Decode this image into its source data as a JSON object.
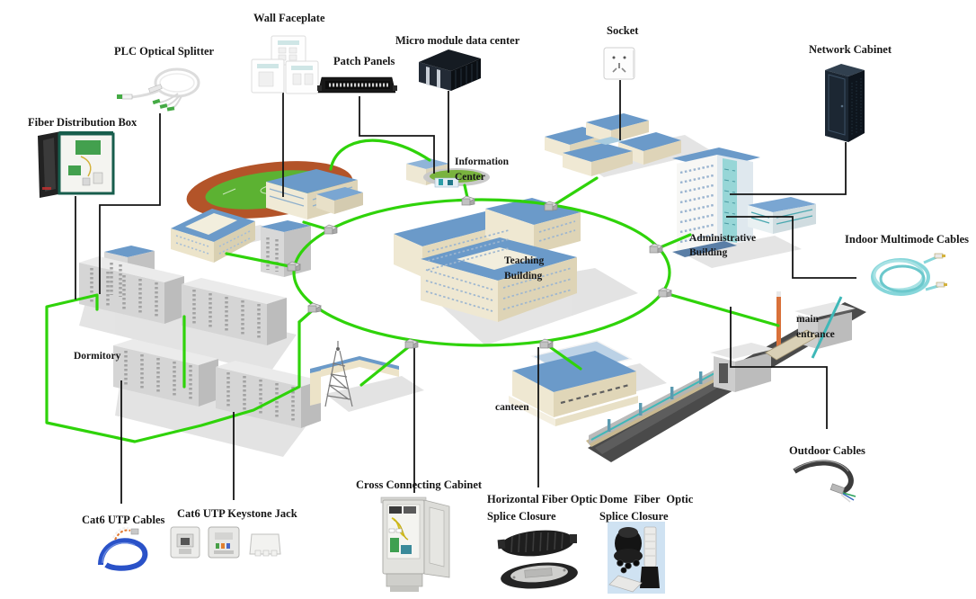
{
  "diagram": {
    "type": "campus-network-topology",
    "backbone": "fiber optic ring",
    "ring_node_count": 9
  },
  "labels": {
    "fiber_distribution_box": "Fiber Distribution Box",
    "plc_optical_splitter": "PLC Optical Splitter",
    "wall_faceplate": "Wall Faceplate",
    "patch_panels": "Patch Panels",
    "micro_module_data_center": "Micro module data center",
    "socket": "Socket",
    "network_cabinet": "Network Cabinet",
    "information_center": {
      "line1": "Information",
      "line2": "Center"
    },
    "teaching_building": {
      "line1": "Teaching",
      "line2": "Building"
    },
    "administrative_building": {
      "line1": "Administrative",
      "line2": "Building"
    },
    "indoor_multimode_cables": "Indoor Multimode Cables",
    "main_entrance": {
      "line1": "main",
      "line2": "entrance"
    },
    "dormitory": "Dormitory",
    "canteen": "canteen",
    "outdoor_cables": "Outdoor Cables",
    "cross_connecting_cabinet": "Cross Connecting Cabinet",
    "horizontal_fiber_optic_splice_closure": {
      "line1": "Horizontal Fiber Optic",
      "line2": "Splice Closure"
    },
    "dome_fiber_optic_splice_closure": {
      "line1": "Dome Fiber Optic",
      "line2": "Splice Closure"
    },
    "cat6_utp_cables": "Cat6 UTP Cables",
    "cat6_utp_keystone_jack": "Cat6 UTP Keystone Jack"
  },
  "connections": [
    {
      "from": "Patch Panels",
      "to": "Information Center"
    },
    {
      "from": "Micro module data center",
      "to": "Information Center"
    },
    {
      "from": "Network Cabinet",
      "to": "Administrative Building"
    },
    {
      "from": "Indoor Multimode Cables",
      "to": "Administrative Building"
    },
    {
      "from": "PLC Optical Splitter",
      "to": "Dormitory"
    },
    {
      "from": "Fiber Distribution Box",
      "to": "Dormitory"
    },
    {
      "from": "Cat6 UTP Cables",
      "to": "Dormitory"
    },
    {
      "from": "Cat6 UTP Keystone Jack",
      "to": "Dormitory"
    },
    {
      "from": "Cross Connecting Cabinet",
      "to": "backbone ring"
    },
    {
      "from": "Horizontal Fiber Optic Splice Closure",
      "to": "backbone ring"
    },
    {
      "from": "Outdoor Cables",
      "to": "main entrance"
    }
  ],
  "colors": {
    "backbone_green": "#2fd30a",
    "callout_black": "#141414",
    "roof_blue": "#6b9ac9",
    "wall_cream": "#efe8d2",
    "dorm_gray": "#d5d5d5",
    "track_red": "#b35429",
    "field_green": "#5cb232",
    "aqua_cable": "#86d6da"
  }
}
